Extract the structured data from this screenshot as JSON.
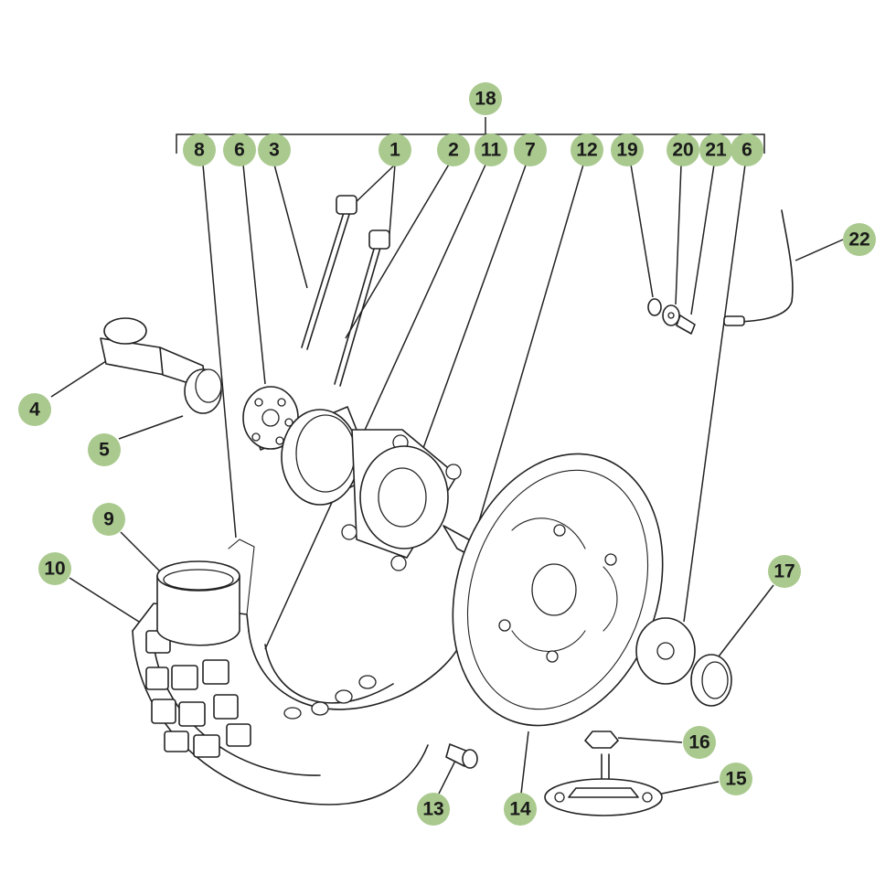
{
  "callouts": [
    {
      "id": "18",
      "label": "18"
    },
    {
      "id": "8",
      "label": "8"
    },
    {
      "id": "6a",
      "label": "6"
    },
    {
      "id": "3",
      "label": "3"
    },
    {
      "id": "1",
      "label": "1"
    },
    {
      "id": "2",
      "label": "2"
    },
    {
      "id": "11",
      "label": "11"
    },
    {
      "id": "7",
      "label": "7"
    },
    {
      "id": "12",
      "label": "12"
    },
    {
      "id": "19",
      "label": "19"
    },
    {
      "id": "20",
      "label": "20"
    },
    {
      "id": "21",
      "label": "21"
    },
    {
      "id": "6b",
      "label": "6"
    },
    {
      "id": "22",
      "label": "22"
    },
    {
      "id": "4",
      "label": "4"
    },
    {
      "id": "5",
      "label": "5"
    },
    {
      "id": "9",
      "label": "9"
    },
    {
      "id": "10",
      "label": "10"
    },
    {
      "id": "17",
      "label": "17"
    },
    {
      "id": "16",
      "label": "16"
    },
    {
      "id": "15",
      "label": "15"
    },
    {
      "id": "13",
      "label": "13"
    },
    {
      "id": "14",
      "label": "14"
    }
  ],
  "colors": {
    "badge": "#a9c98e",
    "line": "#222222",
    "background": "#ffffff"
  }
}
